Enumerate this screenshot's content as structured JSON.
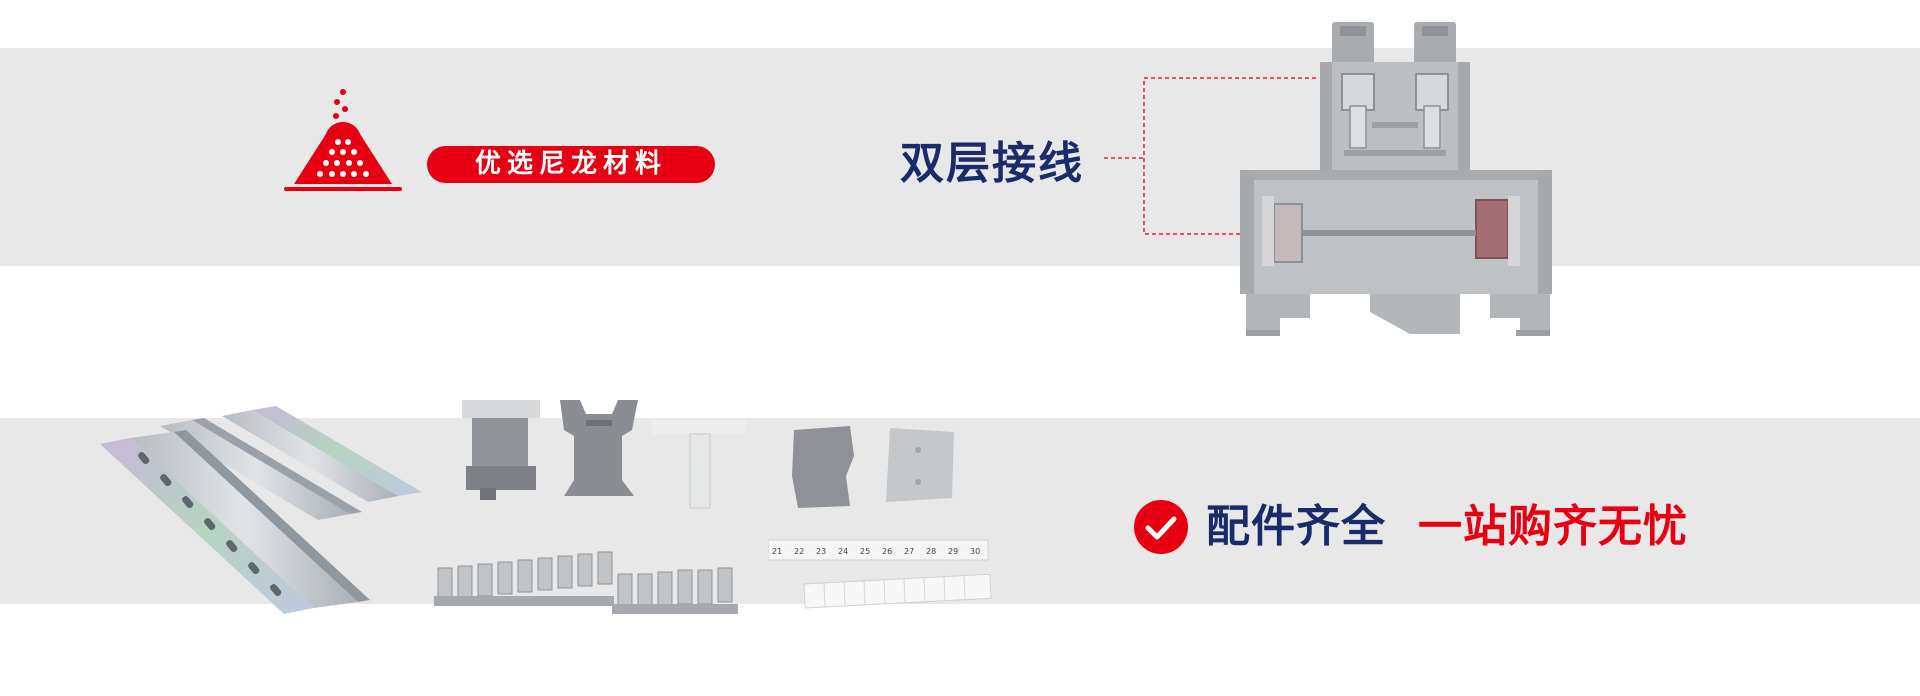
{
  "colors": {
    "band": "#e8e8e8",
    "accent_red": "#e60012",
    "navy": "#1a2b6b",
    "plastic_grey": "#b9bcbf",
    "metal": "#c8ccd0"
  },
  "top_feature": {
    "icon": "nylon-pellets-icon",
    "material_label": "优选尼龙材料",
    "structure_label": "双层接线"
  },
  "bottom_feature": {
    "icon": "check-circle-icon",
    "accessories_label": "配件齐全",
    "one_stop_label": "一站购齐无忧"
  },
  "marker_strip": {
    "numbers": [
      "21",
      "22",
      "23",
      "24",
      "25",
      "26",
      "27",
      "28",
      "29",
      "30"
    ]
  }
}
